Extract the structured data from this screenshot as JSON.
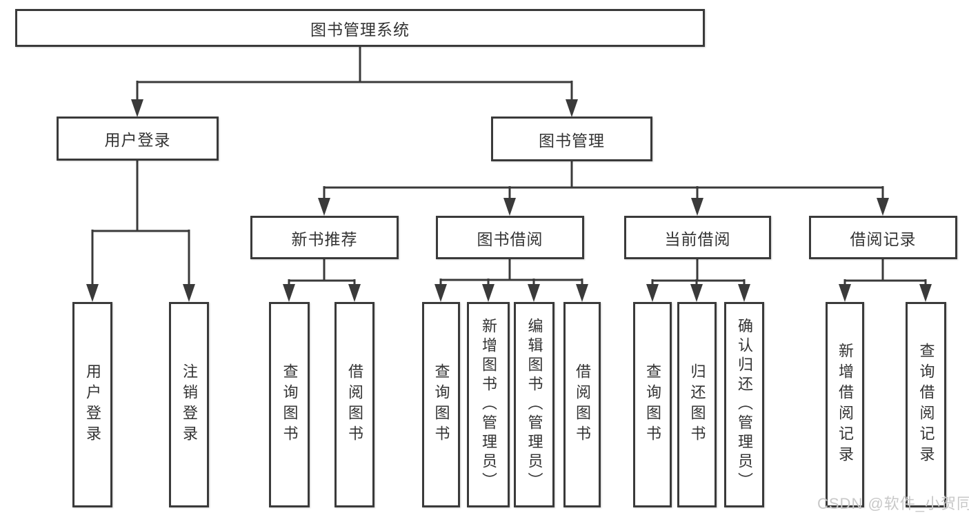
{
  "diagram_title": "图书管理系统",
  "colors": {
    "line": "#3a3a3a",
    "text": "#333333",
    "watermark": "#c8c8c8",
    "background": "#ffffff"
  },
  "nodes": {
    "root": {
      "label": "图书管理系统"
    },
    "level2": [
      {
        "label": "用户登录"
      },
      {
        "label": "图书管理"
      }
    ],
    "level3": [
      {
        "label": "新书推荐"
      },
      {
        "label": "图书借阅"
      },
      {
        "label": "当前借阅"
      },
      {
        "label": "借阅记录"
      }
    ],
    "leaves": {
      "user_login": [
        {
          "label": "用户登录"
        },
        {
          "label": "注销登录"
        }
      ],
      "new_book_recommend": [
        {
          "label": "查询图书"
        },
        {
          "label": "借阅图书"
        }
      ],
      "book_borrow": [
        {
          "label": "查询图书"
        },
        {
          "label": "新增图书（管理员）"
        },
        {
          "label": "编辑图书（管理员）"
        },
        {
          "label": "借阅图书"
        }
      ],
      "current_borrow": [
        {
          "label": "查询图书"
        },
        {
          "label": "归还图书"
        },
        {
          "label": "确认归还（管理员）"
        }
      ],
      "borrow_records": [
        {
          "label": "新增借阅记录"
        },
        {
          "label": "查询借阅记录"
        }
      ]
    }
  },
  "watermark": {
    "text": "CSDN @软件_小贺同学"
  }
}
